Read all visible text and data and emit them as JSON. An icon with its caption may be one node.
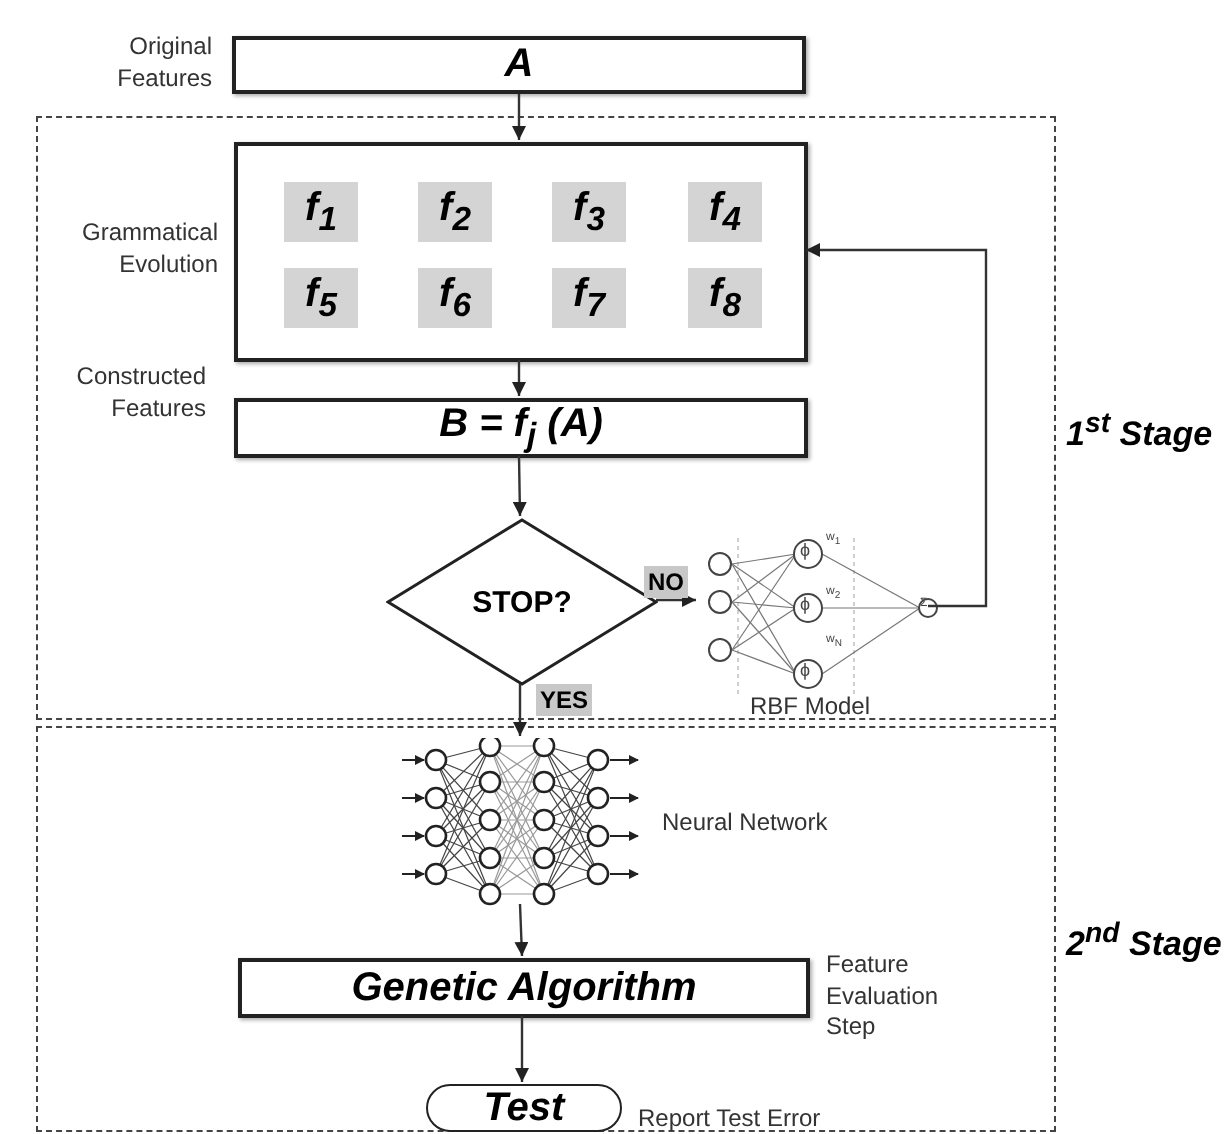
{
  "diagram": {
    "nodes": [
      {
        "text": [
          "A"
        ],
        "beside": [
          "Original Features"
        ]
      },
      {
        "text": [
          "1$^{st}$ Stage"
        ]
      },
      {
        "text": [],
        "shape": "box",
        "in": 1,
        "beside": [
          "Grammatical Evolution"
        ]
      },
      {
        "text": [
          "f$_{1}$"
        ],
        "in": 2
      },
      {
        "text": [
          "f$_{2}$"
        ],
        "in": 2
      },
      {
        "text": [
          "f$_{3}$"
        ],
        "in": 2
      },
      {
        "text": [
          "f$_{4}$"
        ],
        "in": 2
      },
      {
        "text": [
          "f$_{5}$"
        ],
        "in": 2
      },
      {
        "text": [
          "f$_{6}$"
        ],
        "in": 2
      },
      {
        "text": [
          "f$_{7}$"
        ],
        "in": 2
      },
      {
        "text": [
          "f$_{8}$"
        ],
        "in": 2
      },
      {
        "text": [
          "B = f$_{j}$ (A)"
        ],
        "in": 1,
        "beside": [
          "Constructed Features"
        ]
      },
      {
        "text": [
          "STOP?"
        ],
        "in": 1
      },
      {
        "text": [],
        "shape": "picture",
        "in": 1,
        "beside": [
          "RBF Model"
        ]
      },
      {
        "text": [
          "2$^{nd}$ Stage"
        ]
      },
      {
        "text": [],
        "shape": "picture",
        "in": 14,
        "beside": [
          "Neural Network"
        ]
      },
      {
        "text": [
          "Genetic Algorithm"
        ],
        "in": 14,
        "beside": [
          "Feature Evaluation Step"
        ]
      },
      {
        "text": [
          "Test"
        ],
        "in": 14,
        "beside": [
          "Report Test Error"
        ]
      }
    ],
    "edges": [
      {
        "from": 0,
        "to": 2,
        "arrow": "to"
      },
      {
        "from": 2,
        "to": 11,
        "arrow": "to"
      },
      {
        "from": 11,
        "to": 12,
        "arrow": "to"
      },
      {
        "from": 12,
        "to": 13,
        "arrow": "to",
        "label": "NO"
      },
      {
        "from": 13,
        "to": 2,
        "arrow": "to"
      },
      {
        "from": 12,
        "to": 15,
        "arrow": "to",
        "label": "YES"
      },
      {
        "from": 15,
        "to": 16,
        "arrow": "to"
      },
      {
        "from": 16,
        "to": 17,
        "arrow": "to"
      }
    ],
    "labels": [
      "ϕ",
      "ϕ",
      "ϕ",
      "w$_{1}$",
      "w$_{2}$",
      "w$_{N}$",
      "Σ"
    ]
  }
}
